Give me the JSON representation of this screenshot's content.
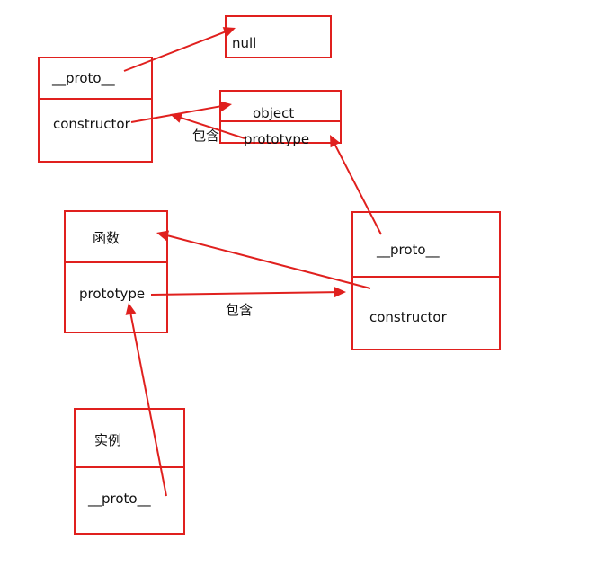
{
  "boxes": {
    "null_box": {
      "label": "null"
    },
    "object_proto_box": {
      "proto": "__proto__",
      "constructor": "constructor"
    },
    "object_box": {
      "name": "object",
      "prototype": "prototype"
    },
    "function_box": {
      "name": "函数",
      "prototype": "prototype"
    },
    "prototype_obj_box": {
      "proto": "__proto__",
      "constructor": "constructor"
    },
    "instance_box": {
      "name": "实例",
      "proto": "__proto__"
    }
  },
  "edge_labels": {
    "contains_top": "包含",
    "contains_middle": "包含"
  },
  "colors": {
    "stroke": "#e0201e",
    "text": "#111111"
  }
}
